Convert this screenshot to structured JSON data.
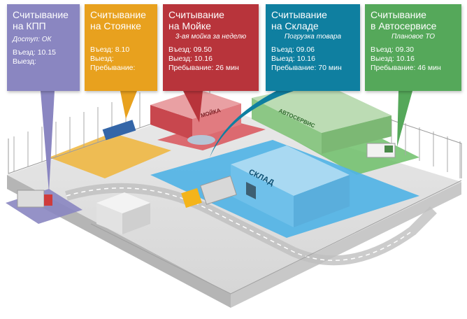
{
  "callouts": {
    "kpp": {
      "title_line1": "Считывание",
      "title_line2": "на КПП",
      "subtitle": "Доступ: ОК",
      "entry": "Въезд: 10.15",
      "exit": "Выезд:",
      "color": "#8a86c1"
    },
    "parking": {
      "title_line1": "Считывание",
      "title_line2": "на Стоянке",
      "entry": "Въезд: 8.10",
      "exit": "Выезд:",
      "stay": "Пребывание:",
      "color": "#e8a11e"
    },
    "wash": {
      "title_line1": "Считывание",
      "title_line2": "на Мойке",
      "subtitle": "3-ая мойка за неделю",
      "entry": "Въезд: 09.50",
      "exit": "Выезд: 10.16",
      "stay": "Пребывание: 26 мин",
      "color": "#b8343b"
    },
    "warehouse": {
      "title_line1": "Считывание",
      "title_line2": "на Складе",
      "subtitle": "Погрузка товара",
      "entry": "Въезд: 09.06",
      "exit": "Выезд: 10.16",
      "stay": "Пребывание: 70 мин",
      "color": "#0f7fa0"
    },
    "service": {
      "title_line1": "Считывание",
      "title_line2": "в Автосервисе",
      "subtitle": "Плановое ТО",
      "entry": "Въезд: 09.30",
      "exit": "Выезд: 10.16",
      "stay": "Пребывание: 46 мин",
      "color": "#55a85a"
    }
  },
  "buildings": {
    "wash_sign": "МОЙКА",
    "service_sign": "АВТОСЕРВИС",
    "warehouse_sign": "СКЛАД"
  }
}
